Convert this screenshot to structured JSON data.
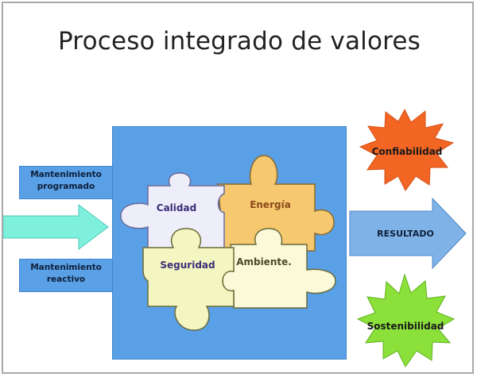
{
  "title": "Proceso integrado de valores",
  "inputs": {
    "programmed": "Mantenimiento programado",
    "reactive": "Mantenimiento reactivo"
  },
  "puzzle": {
    "calidad": "Calidad",
    "energia": "Energía",
    "seguridad": "Seguridad",
    "ambiente": "Ambiente."
  },
  "result": {
    "arrow_label": "RESULTADO",
    "reliability": "Confiabilidad",
    "sustainability": "Sostenibilidad"
  },
  "colors": {
    "box_blue": "#5aa0e6",
    "input_arrow": "#7ff0dc",
    "result_arrow": "#7fb3e8",
    "burst_orange": "#f26522",
    "burst_green": "#8ce03a",
    "piece_calidad": "#eeeefa",
    "piece_energia": "#f6c870",
    "piece_seguridad": "#f3f6c0",
    "piece_ambiente": "#fbf9d8"
  }
}
